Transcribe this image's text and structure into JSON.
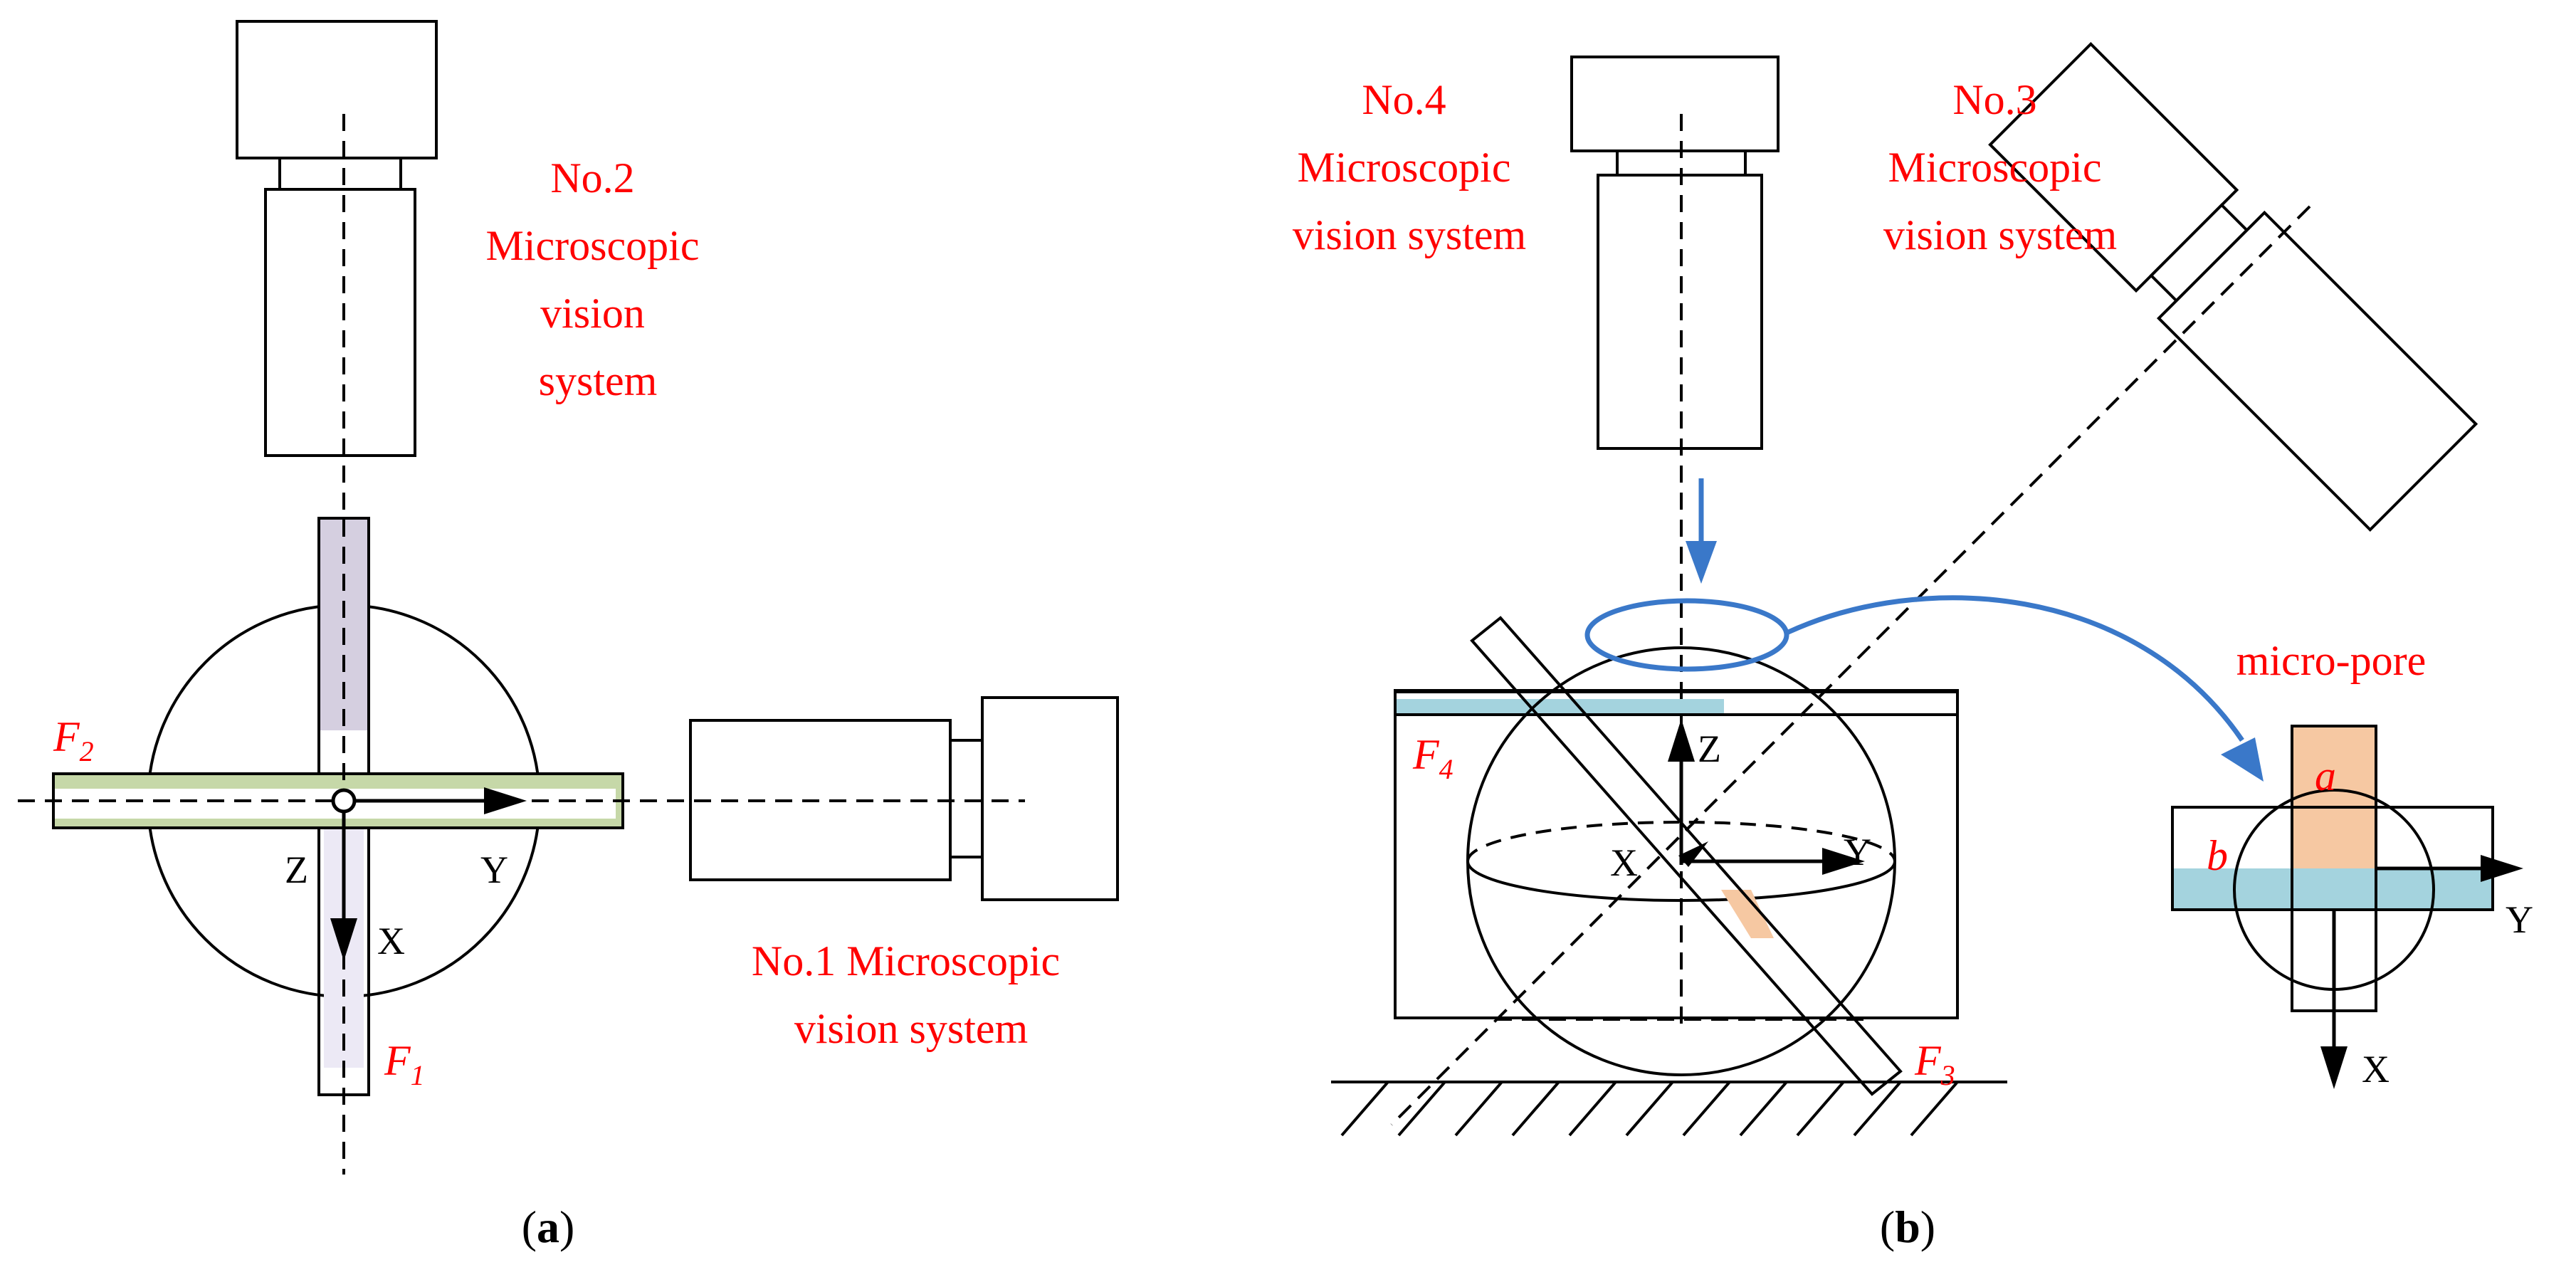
{
  "panel_a": {
    "cam2_label": [
      "No.2",
      "Microscopic",
      "vision",
      "system"
    ],
    "cam1_label": [
      "No.1 Microscopic",
      "vision system"
    ],
    "f2_label": {
      "letter": "F",
      "sub": "2"
    },
    "f1_label": {
      "letter": "F",
      "sub": "1"
    },
    "axis_z": "Z",
    "axis_y": "Y",
    "axis_x": "X",
    "caption": {
      "open": "(",
      "letter": "a",
      "close": ")"
    }
  },
  "panel_b": {
    "cam4_label": [
      "No.4",
      "Microscopic",
      "vision system"
    ],
    "cam3_label": [
      "No.3",
      "Microscopic",
      "vision system"
    ],
    "f4_label": {
      "letter": "F",
      "sub": "4"
    },
    "f3_label": {
      "letter": "F",
      "sub": "3"
    },
    "axis_z": "Z",
    "axis_y": "Y",
    "axis_x": "X",
    "caption": {
      "open": "(",
      "letter": "b",
      "close": ")"
    }
  },
  "inset": {
    "title": "micro-pore",
    "label_a": "a",
    "label_b": "b",
    "axis_y": "Y",
    "axis_x": "X"
  },
  "colors": {
    "label_red": "#ff0000",
    "fiber_purple": "#d5cfe0",
    "fiber_green": "#c6d8a8",
    "fiber_blue": "#a4d3de",
    "fiber_orange": "#f6c8a2",
    "pointer_blue": "#3a78c9"
  }
}
